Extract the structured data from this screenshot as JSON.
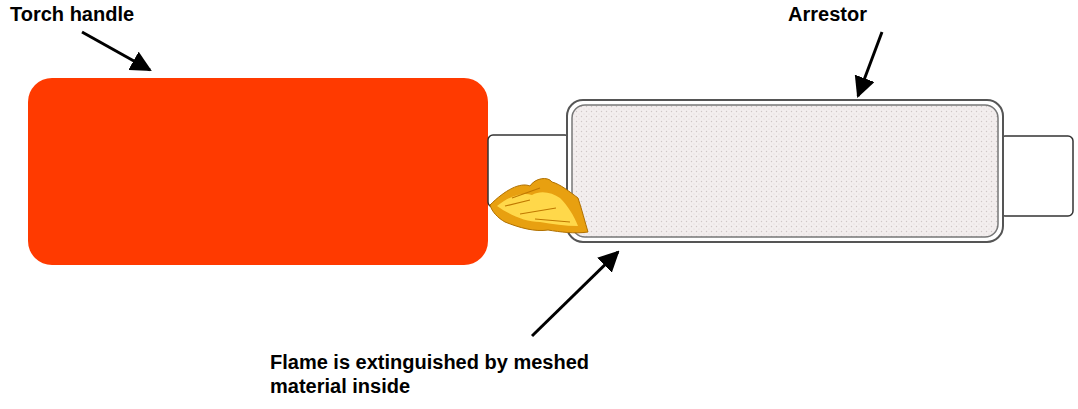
{
  "diagram": {
    "labels": [
      "Torch handle",
      "Arrestor",
      "Flame is extinguished by meshed material inside"
    ]
  }
}
